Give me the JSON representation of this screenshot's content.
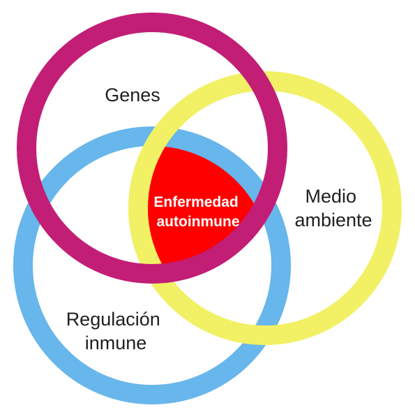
{
  "diagram": {
    "sets": [
      {
        "id": "genes",
        "lines": [
          "Genes"
        ],
        "color": "#c21e76"
      },
      {
        "id": "medio-ambiente",
        "lines": [
          "Medio",
          "ambiente"
        ],
        "color": "#f2f064"
      },
      {
        "id": "regulacion-inmune",
        "lines": [
          "Regulación",
          "inmune"
        ],
        "color": "#67b6ec"
      }
    ],
    "intersection": {
      "lines": [
        "Enfermedad",
        "autoinmune"
      ],
      "color": "#ff0000"
    }
  }
}
